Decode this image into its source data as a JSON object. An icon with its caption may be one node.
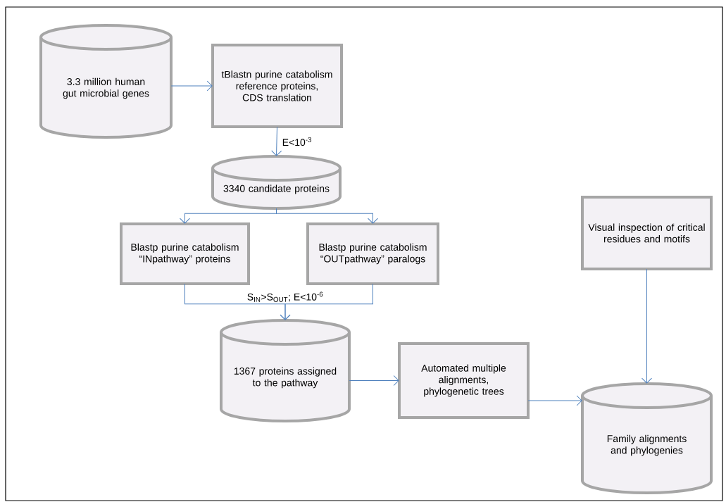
{
  "diagram": {
    "nodes": [
      {
        "text": [
          "3.3 million human gut microbial genes"
        ]
      },
      {
        "text": [
          "tBlastn purine catabolism reference proteins, CDS translation"
        ]
      },
      {
        "text": [
          "3340 candidate proteins"
        ]
      },
      {
        "text": [
          "Blastp purine catabolism “INpathway” proteins"
        ]
      },
      {
        "text": [
          "Blastp purine catabolism “OUTpathway” paralogs"
        ]
      },
      {
        "text": [
          "Visual inspection of critical residues and motifs"
        ]
      },
      {
        "text": [
          "1367 proteins assigned to the pathway"
        ]
      },
      {
        "text": [
          "Automated multiple alignments, phylogenetic trees"
        ]
      },
      {
        "text": [
          "Family alignments and phylogenies"
        ]
      }
    ],
    "edges": [
      {
        "from": 0,
        "to": 1,
        "arrow": "to"
      },
      {
        "from": 1,
        "to": 2,
        "arrow": "to",
        "label": "E<10$^{-3}$"
      },
      {
        "from": 2,
        "to": 3,
        "arrow": "to"
      },
      {
        "from": 2,
        "to": 4,
        "arrow": "to"
      },
      {
        "from": 3,
        "to": 6,
        "arrow": "to",
        "label": "S$_{IN}$>S$_{OUT}$; E<10$^{-6}$"
      },
      {
        "from": 4,
        "to": 6,
        "arrow": "to"
      },
      {
        "from": 6,
        "to": 7,
        "arrow": "to"
      },
      {
        "from": 7,
        "to": 8,
        "arrow": "to"
      },
      {
        "from": 5,
        "to": 8,
        "arrow": "to"
      }
    ]
  }
}
